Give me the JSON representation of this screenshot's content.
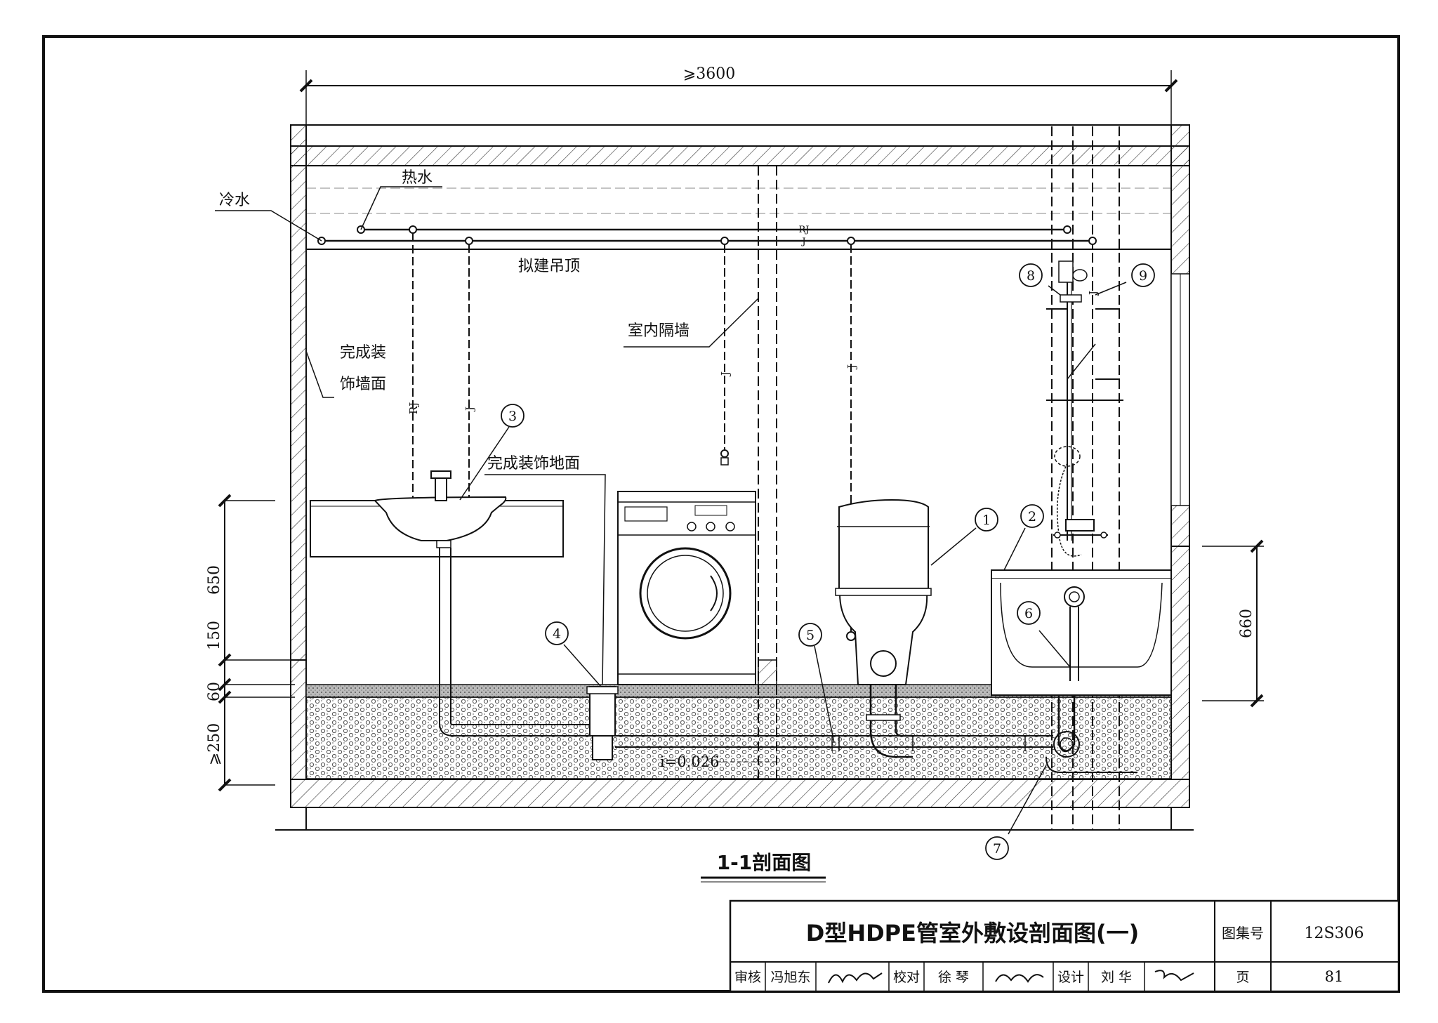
{
  "dimensions": {
    "overall_width": "⩾3600",
    "left": [
      "650",
      "150",
      "60",
      "⩾250"
    ],
    "right": "660"
  },
  "labels": {
    "hot_water": "热水",
    "cold_water": "冷水",
    "ceiling": "拟建吊顶",
    "partition": "室内隔墙",
    "finished_wall_1": "完成装",
    "finished_wall_2": "饰墙面",
    "finished_floor": "完成装饰地面",
    "slope": "i=0.026",
    "pipe_rj": "RJ",
    "pipe_j": "J"
  },
  "callouts": [
    "1",
    "2",
    "3",
    "4",
    "5",
    "6",
    "7",
    "8",
    "9"
  ],
  "section_title": "1-1剖面图",
  "title_block": {
    "title": "D型HDPE管室外敷设剖面图(一)",
    "atlas_label": "图集号",
    "atlas_no": "12S306",
    "review_label": "审核",
    "review_name": "冯旭东",
    "check_label": "校对",
    "check_name": "徐 琴",
    "design_label": "设计",
    "design_name": "刘 华",
    "page_label": "页",
    "page_no": "81"
  }
}
